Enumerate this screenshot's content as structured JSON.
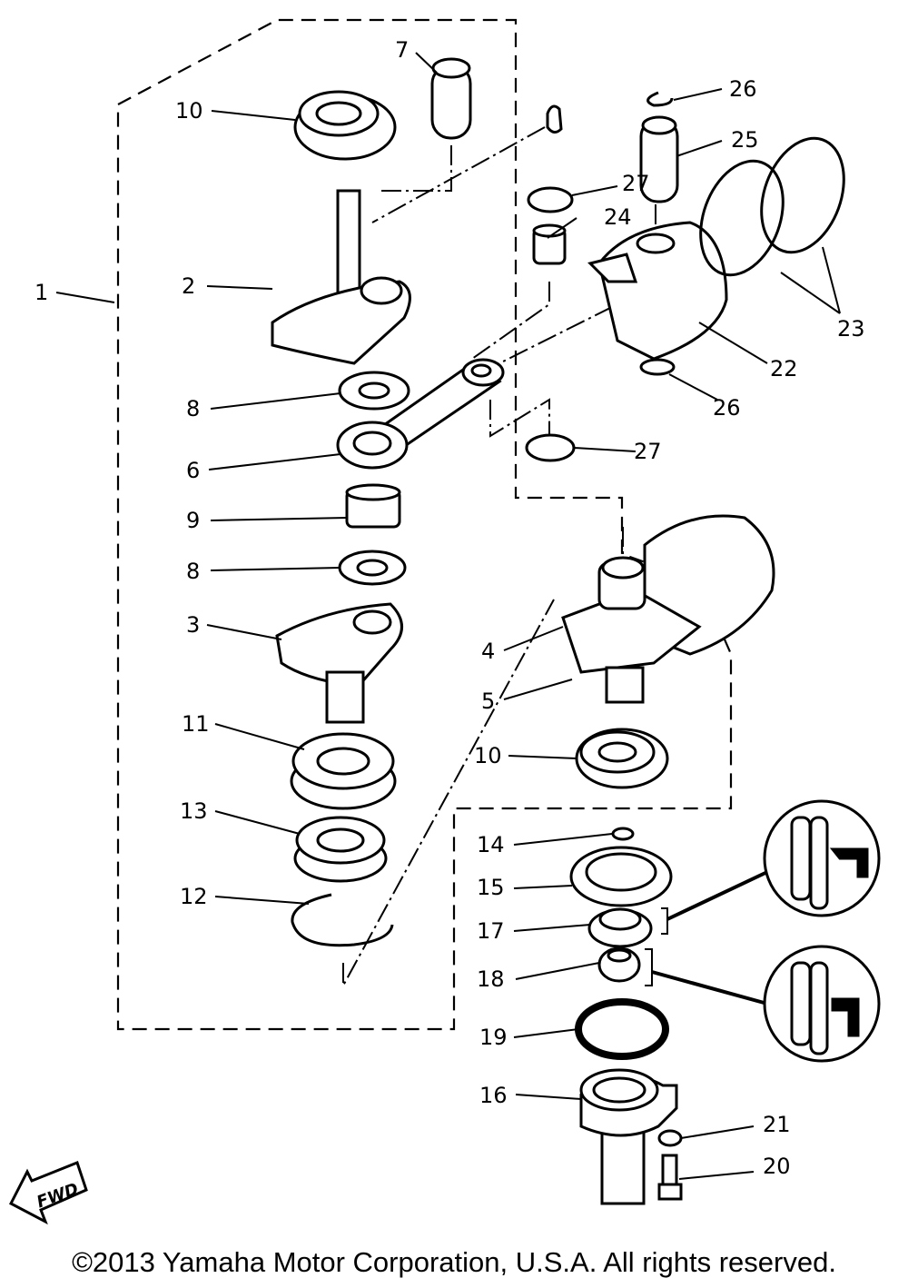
{
  "diagram": {
    "title": "Yamaha outboard crankshaft / piston exploded parts diagram",
    "direction_badge": "FWD",
    "assembly_label": "1",
    "callouts": [
      {
        "num": "1",
        "part": "crankshaft-assembly"
      },
      {
        "num": "2",
        "part": "crankshaft-upper"
      },
      {
        "num": "3",
        "part": "crankshaft-lower"
      },
      {
        "num": "4",
        "part": "connecting-rod-1"
      },
      {
        "num": "5",
        "part": "connecting-rod-2"
      },
      {
        "num": "6",
        "part": "connecting-rod"
      },
      {
        "num": "7",
        "part": "crank-pin"
      },
      {
        "num": "8",
        "part": "thrust-washer"
      },
      {
        "num": "8",
        "part": "thrust-washer-lower"
      },
      {
        "num": "9",
        "part": "needle-bearing"
      },
      {
        "num": "10",
        "part": "ball-bearing-top"
      },
      {
        "num": "10",
        "part": "ball-bearing-center"
      },
      {
        "num": "11",
        "part": "bearing"
      },
      {
        "num": "12",
        "part": "circlip"
      },
      {
        "num": "13",
        "part": "labyrinth-seal"
      },
      {
        "num": "14",
        "part": "o-ring"
      },
      {
        "num": "15",
        "part": "oil-seal-housing-plate"
      },
      {
        "num": "16",
        "part": "oil-seal-housing"
      },
      {
        "num": "17",
        "part": "oil-seal-upper"
      },
      {
        "num": "18",
        "part": "oil-seal-lower"
      },
      {
        "num": "19",
        "part": "o-ring-large"
      },
      {
        "num": "20",
        "part": "bolt"
      },
      {
        "num": "21",
        "part": "washer"
      },
      {
        "num": "22",
        "part": "piston"
      },
      {
        "num": "23",
        "part": "piston-ring-set"
      },
      {
        "num": "24",
        "part": "small-end-bearing"
      },
      {
        "num": "25",
        "part": "piston-pin"
      },
      {
        "num": "26",
        "part": "piston-pin-clip-top"
      },
      {
        "num": "26",
        "part": "piston-pin-clip-bottom"
      },
      {
        "num": "27",
        "part": "washer-upper"
      },
      {
        "num": "27",
        "part": "washer-lower"
      }
    ]
  },
  "footer": {
    "copyright": "©2013 Yamaha Motor Corporation, U.S.A. All rights reserved."
  }
}
